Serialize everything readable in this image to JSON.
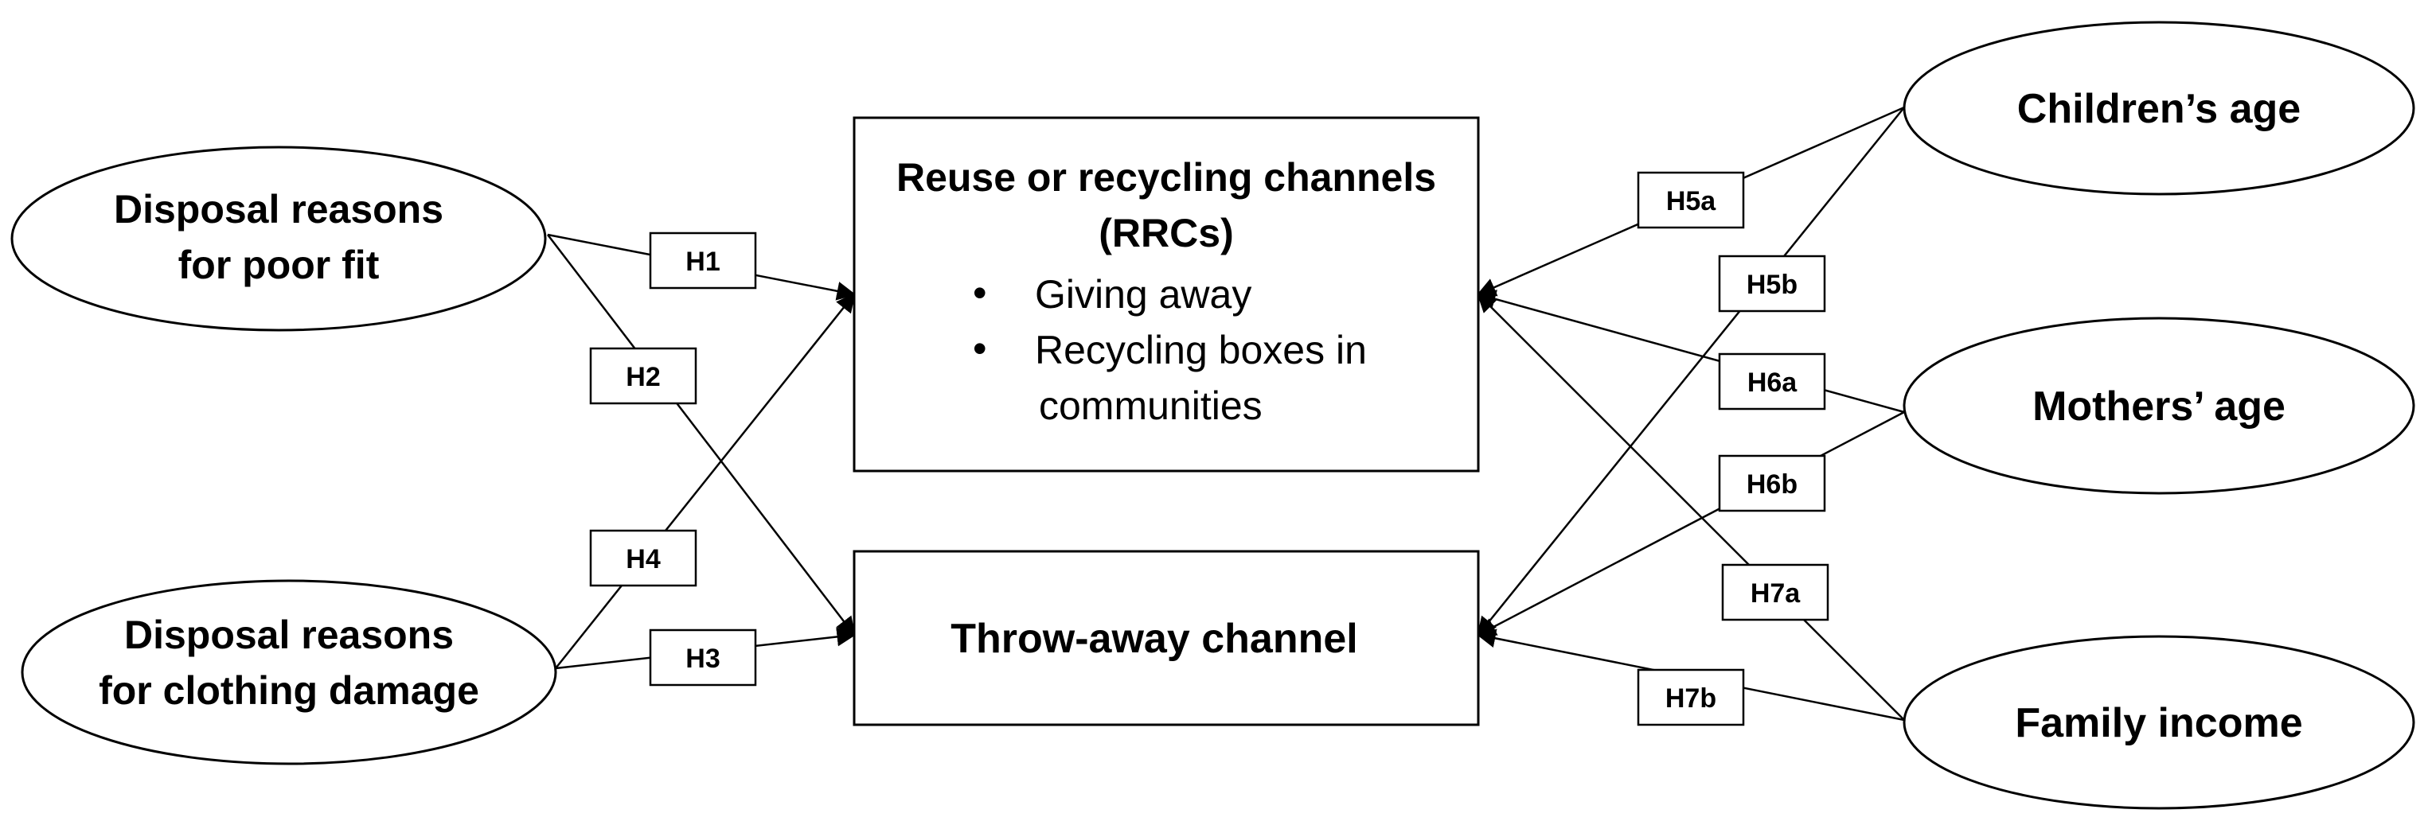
{
  "nodes": {
    "poor_fit": {
      "lines": [
        "Disposal reasons",
        "for poor fit"
      ]
    },
    "clothing_damage": {
      "lines": [
        "Disposal reasons",
        "for clothing damage"
      ]
    },
    "rrc": {
      "title_lines": [
        "Reuse or recycling channels",
        "(RRCs)"
      ],
      "bullets": [
        "Giving away",
        "Recycling boxes in"
      ],
      "bullet_continuation": "communities",
      "bullet_glyph": "•"
    },
    "throw_away": {
      "label": "Throw-away channel"
    },
    "children_age": {
      "label": "Children’s age"
    },
    "mothers_age": {
      "label": "Mothers’ age"
    },
    "family_income": {
      "label": "Family income"
    }
  },
  "hypotheses": {
    "h1": "H1",
    "h2": "H2",
    "h3": "H3",
    "h4": "H4",
    "h5a": "H5a",
    "h5b": "H5b",
    "h6a": "H6a",
    "h6b": "H6b",
    "h7a": "H7a",
    "h7b": "H7b"
  }
}
